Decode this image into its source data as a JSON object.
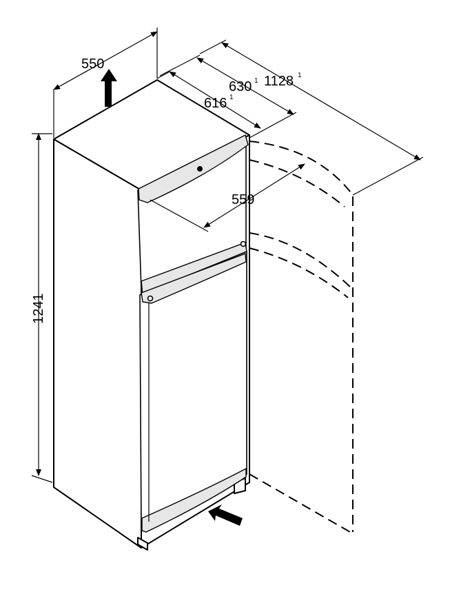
{
  "dimensions": {
    "width": "550",
    "depth_total": "630",
    "depth_total_note": "1",
    "depth_body": "616",
    "depth_body_note": "1",
    "open_door_depth": "1128",
    "open_door_depth_note": "1",
    "door_opening_width": "559",
    "height": "1241"
  },
  "icons": {
    "vent_arrow_top": "arrow-up-icon",
    "vent_arrow_bottom": "arrow-left-icon"
  },
  "colors": {
    "line": "#000000",
    "gasket": "#e7e7e7",
    "background": "#ffffff"
  }
}
